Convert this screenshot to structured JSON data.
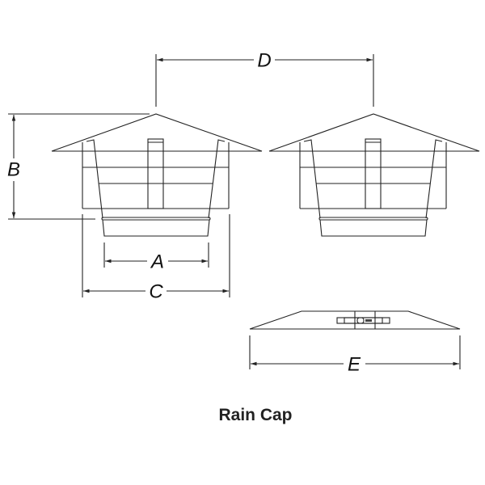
{
  "title": "Rain Cap",
  "dimensions": {
    "a": "A",
    "b": "B",
    "c": "C",
    "d": "D",
    "e": "E"
  }
}
